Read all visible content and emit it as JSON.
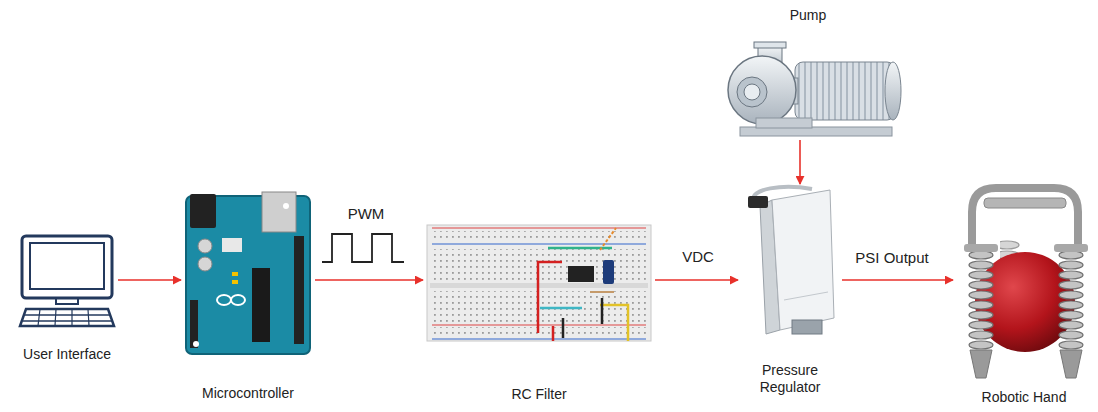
{
  "diagram": {
    "nodes": [
      {
        "text": [
          "User Interface"
        ]
      },
      {
        "text": [
          "Microcontroller"
        ]
      },
      {
        "text": [
          "RC Filter"
        ]
      },
      {
        "text": [
          "Pump"
        ]
      },
      {
        "text": [
          "Pressure Regulator"
        ]
      },
      {
        "text": [
          "Robotic Hand"
        ]
      }
    ],
    "edges": [
      {
        "from": 0,
        "to": 1,
        "arrow": "to"
      },
      {
        "from": 1,
        "to": 2,
        "label": "PWM",
        "arrow": "to"
      },
      {
        "from": 2,
        "to": 4,
        "label": "VDC",
        "arrow": "to"
      },
      {
        "from": 3,
        "to": 4,
        "arrow": "to"
      },
      {
        "from": 4,
        "to": 5,
        "label": "PSI Output",
        "arrow": "to"
      }
    ]
  }
}
